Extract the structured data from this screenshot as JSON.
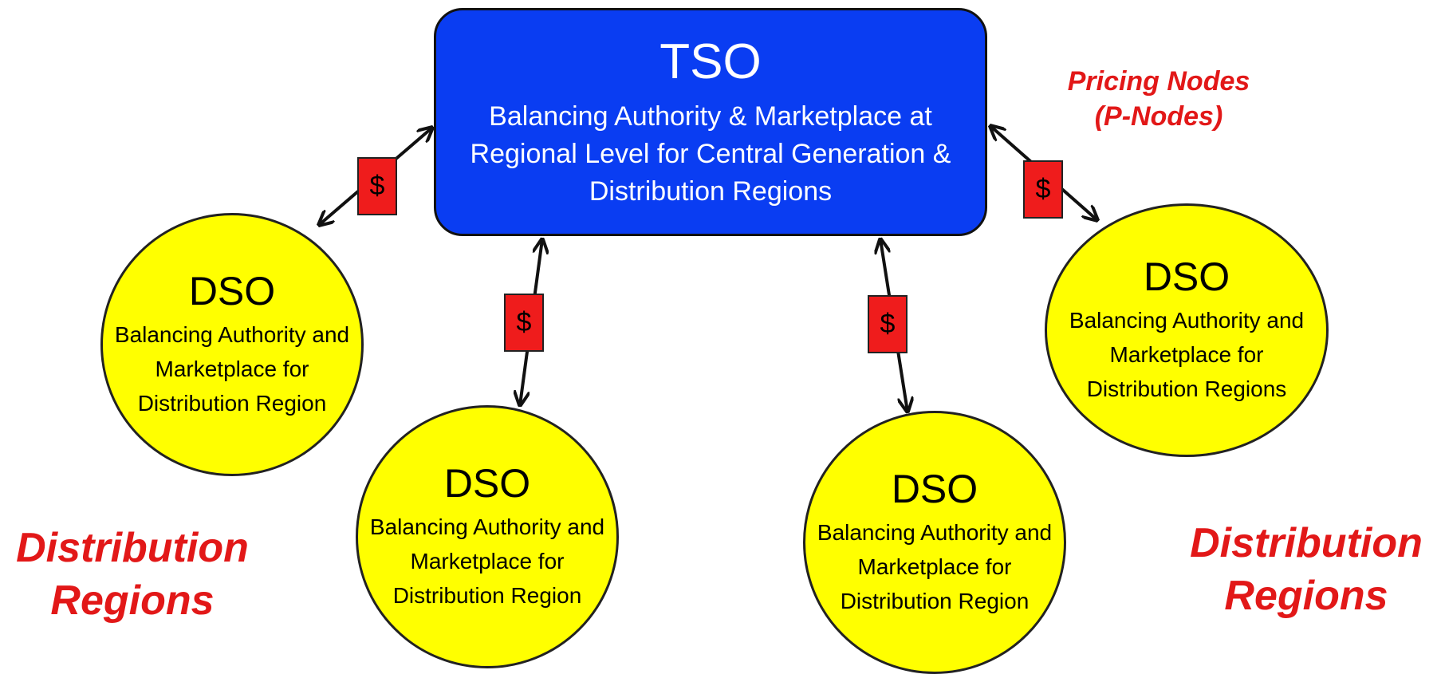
{
  "tso": {
    "title": "TSO",
    "description": "Balancing Authority & Marketplace at Regional Level for Central Generation & Distribution Regions"
  },
  "dsos": [
    {
      "title": "DSO",
      "description": "Balancing  Authority and Marketplace for Distribution Region"
    },
    {
      "title": "DSO",
      "description": "Balancing  Authority and Marketplace for Distribution Region"
    },
    {
      "title": "DSO",
      "description": "Balancing  Authority and Marketplace for Distribution Region"
    },
    {
      "title": "DSO",
      "description": "Balancing  Authority and Marketplace for Distribution Regions"
    }
  ],
  "price_symbol": "$",
  "labels": {
    "pricing_nodes_line1": "Pricing Nodes",
    "pricing_nodes_line2": "(P-Nodes)",
    "distribution_regions_line1": "Distribution",
    "distribution_regions_line2": "Regions"
  },
  "colors": {
    "tso_fill": "#0a3df2",
    "dso_fill": "#ffff00",
    "price_box_fill": "#ef1c1c",
    "label_text": "#e21818",
    "arrow": "#111111"
  }
}
